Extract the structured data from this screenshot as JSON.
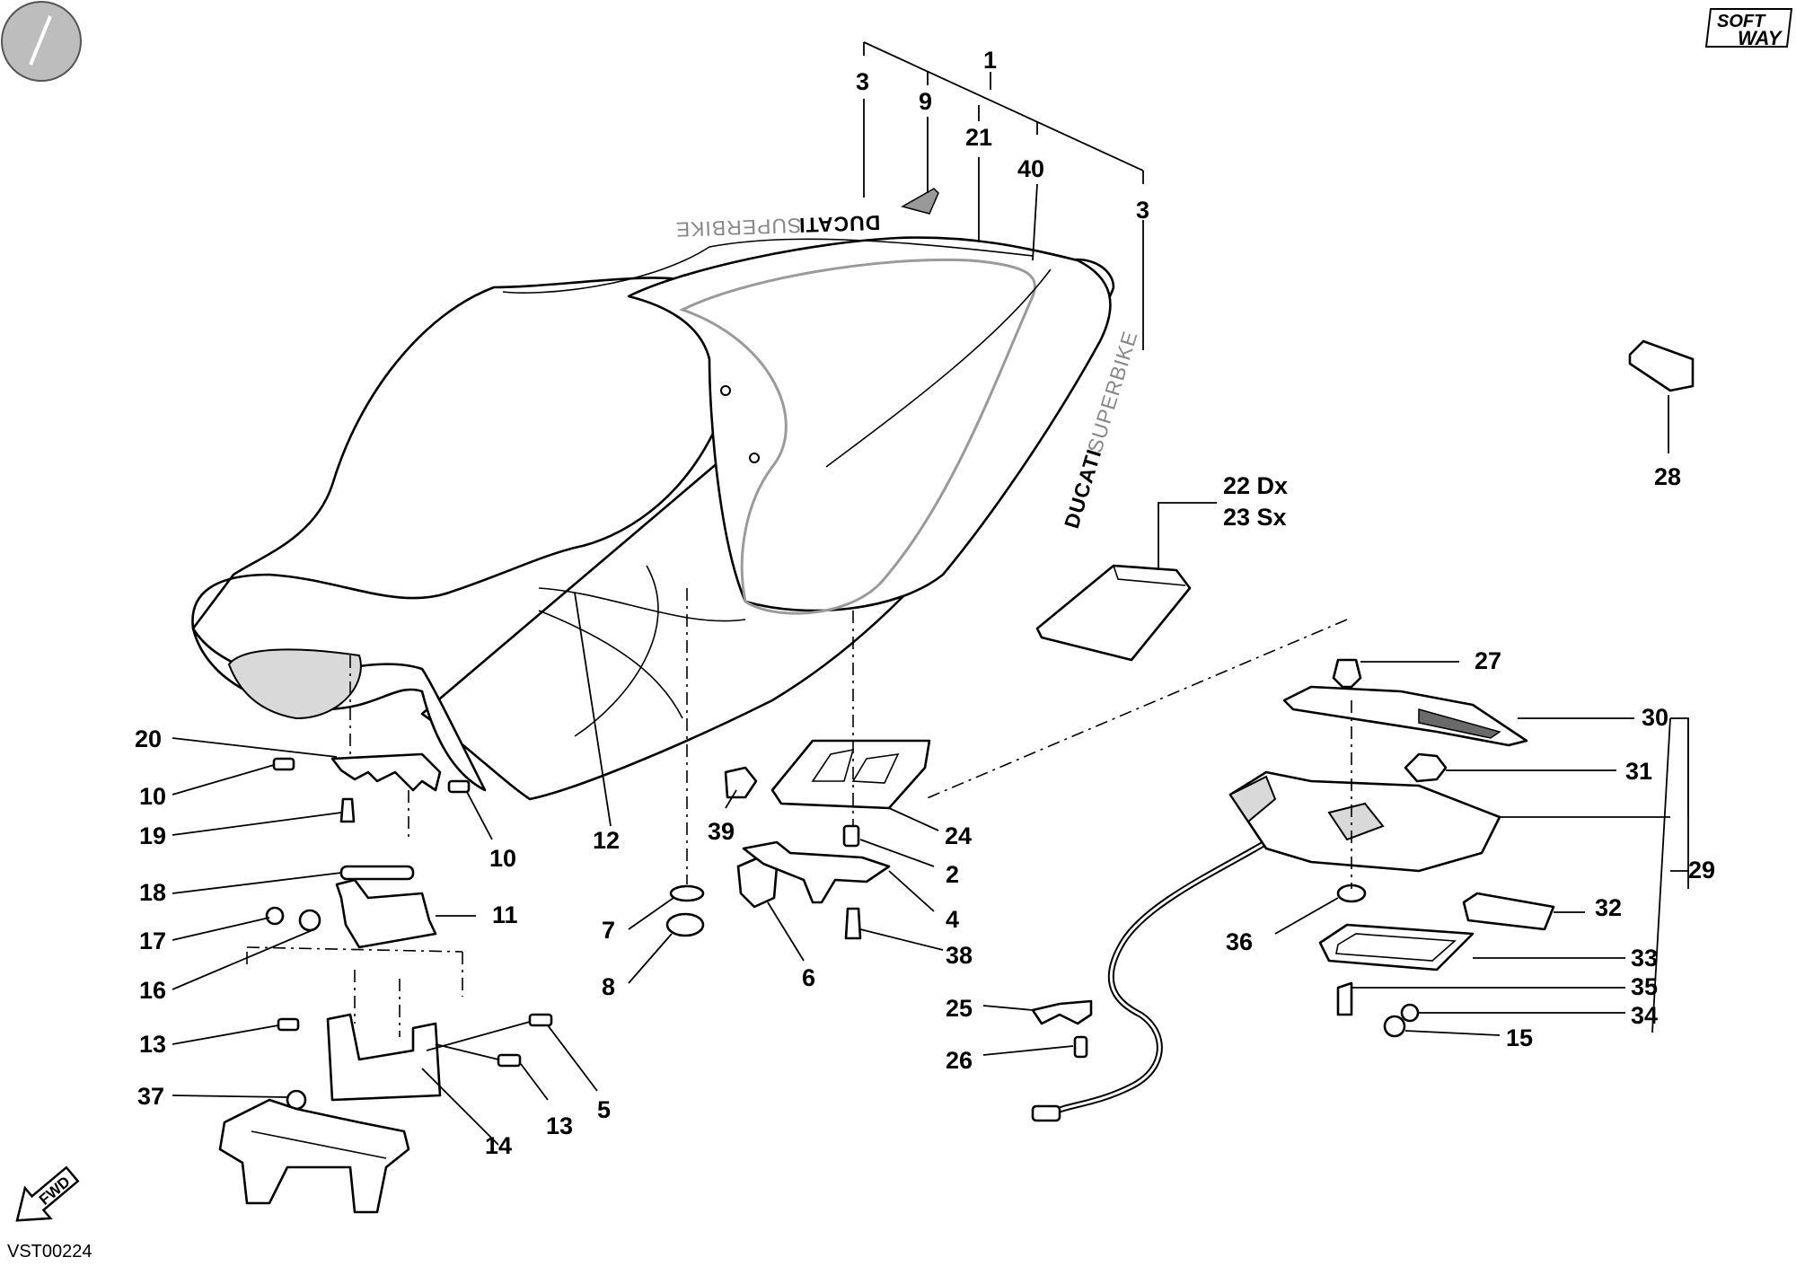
{
  "diagram": {
    "code": "VST00224",
    "fwd_label": "FWD",
    "logo": [
      "SOFT",
      "WAY"
    ],
    "brand_text": {
      "ducati": "DUCATI",
      "superbike": "SUPERBIKE"
    },
    "labels": {
      "p1": "1",
      "p2": "2",
      "p3a": "3",
      "p3b": "3",
      "p4": "4",
      "p5": "5",
      "p6": "6",
      "p7": "7",
      "p8": "8",
      "p9": "9",
      "p10a": "10",
      "p10b": "10",
      "p11": "11",
      "p12": "12",
      "p13a": "13",
      "p13b": "13",
      "p14": "14",
      "p15": "15",
      "p16": "16",
      "p17": "17",
      "p18": "18",
      "p19": "19",
      "p20": "20",
      "p21": "21",
      "p22": "22 Dx",
      "p23": "23 Sx",
      "p24": "24",
      "p25": "25",
      "p26": "26",
      "p27": "27",
      "p28": "28",
      "p29": "29",
      "p30": "30",
      "p31": "31",
      "p32": "32",
      "p33": "33",
      "p34": "34",
      "p35": "35",
      "p36": "36",
      "p37": "37",
      "p38": "38",
      "p39": "39",
      "p40": "40"
    }
  }
}
